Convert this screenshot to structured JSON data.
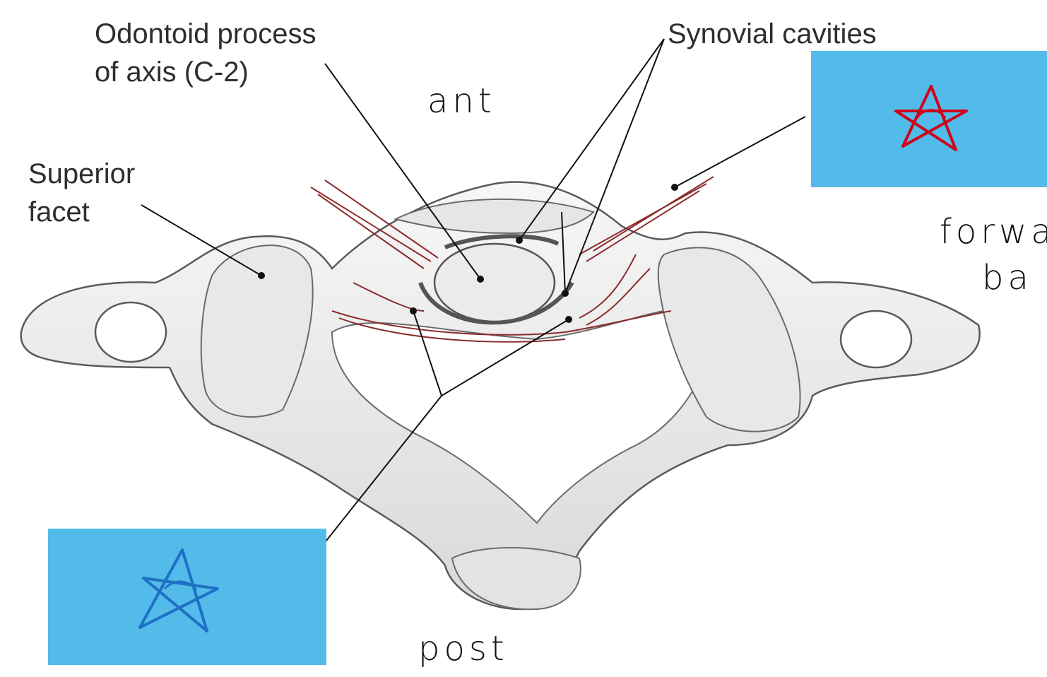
{
  "labels": {
    "odontoid_line1": "Odontoid process",
    "odontoid_line2": "of axis (C-2)",
    "synovial": "Synovial cavities",
    "superior_line1": "Superior",
    "superior_line2": "facet"
  },
  "handwriting": {
    "ant": "ant",
    "post": "post",
    "forward": "forwa",
    "back": "ba"
  },
  "cover_boxes": {
    "right_box": {
      "color": "#53bbe9",
      "star_color": "#d0021b",
      "icon": "star-scribble"
    },
    "left_box": {
      "color": "#53bbe9",
      "star_color": "#1f6fc4",
      "icon": "star-scribble"
    }
  },
  "colors": {
    "bone_outline": "#5a5a5a",
    "bone_fill": "#eeeeee",
    "ligament": "#8b2b2b",
    "leader_line": "#111111"
  }
}
